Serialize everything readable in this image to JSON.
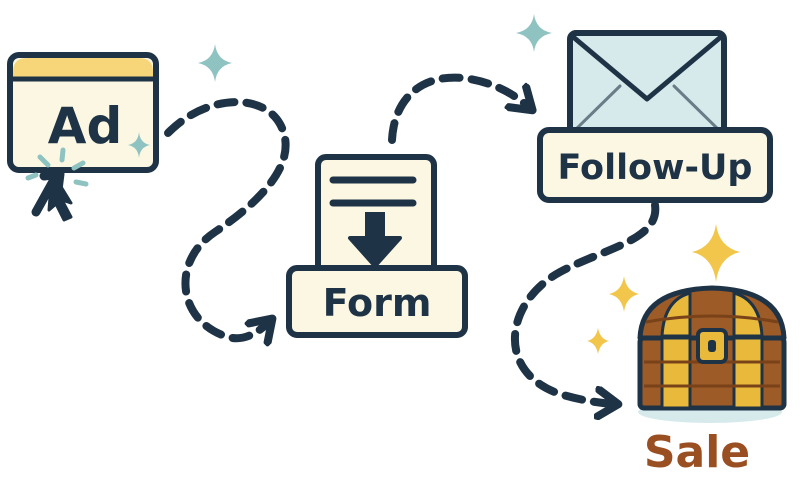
{
  "steps": {
    "ad": {
      "label": "Ad"
    },
    "form": {
      "label": "Form"
    },
    "follow_up": {
      "label": "Follow-Up"
    },
    "sale": {
      "label": "Sale"
    }
  },
  "colors": {
    "ink": "#1f3346",
    "paper": "#fbf7e3",
    "ad_header": "#f6d679",
    "envelope": "#d6eaec",
    "sparkle_teal": "#8fc3c1",
    "sparkle_gold": "#f2c64a",
    "chest_wood": "#9c5b27",
    "chest_gold": "#e8b93a",
    "sale_text": "#9a4f22"
  },
  "icons": [
    "cursor-click-icon",
    "download-arrow-icon",
    "envelope-icon",
    "treasure-chest-icon",
    "sparkle-icon"
  ]
}
